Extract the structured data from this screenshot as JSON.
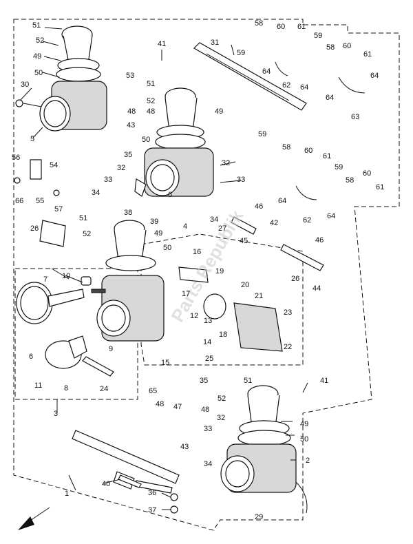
{
  "diagram": {
    "labels": {
      "l1": "1",
      "l2": "2",
      "l3": "3",
      "l4": "4",
      "l5": "5",
      "l6a": "6",
      "l6b": "6",
      "l7": "7",
      "l8": "8",
      "l9": "9",
      "l10": "10",
      "l11": "11",
      "l12": "12",
      "l13": "13",
      "l14": "14",
      "l15": "15",
      "l16": "16",
      "l17": "17",
      "l18": "18",
      "l19": "19",
      "l20": "20",
      "l21": "21",
      "l22": "22",
      "l23": "23",
      "l24": "24",
      "l25": "25",
      "l26a": "26",
      "l26b": "26",
      "l27": "27",
      "l29": "29",
      "l30": "30",
      "l31": "31",
      "l32a": "32",
      "l32b": "32",
      "l32c": "32",
      "l33a": "33",
      "l33b": "33",
      "l33c": "33",
      "l34a": "34",
      "l34b": "34",
      "l34c": "34",
      "l35a": "35",
      "l35b": "35",
      "l36": "36",
      "l37": "37",
      "l38": "38",
      "l39": "39",
      "l40": "40",
      "l41a": "41",
      "l41b": "41",
      "l42": "42",
      "l43a": "43",
      "l43b": "43",
      "l44": "44",
      "l45": "45",
      "l46a": "46",
      "l46b": "46",
      "l47": "47",
      "l48a": "48",
      "l48b": "48",
      "l48c": "48",
      "l48d": "48",
      "l49a": "49",
      "l49b": "49",
      "l49c": "49",
      "l49d": "49",
      "l50a": "50",
      "l50b": "50",
      "l50c": "50",
      "l50d": "50",
      "l51a": "51",
      "l51b": "51",
      "l51c": "51",
      "l51d": "51",
      "l52a": "52",
      "l52b": "52",
      "l52c": "52",
      "l52d": "52",
      "l53": "53",
      "l54": "54",
      "l55": "55",
      "l56": "56",
      "l57": "57",
      "l58a": "58",
      "l58b": "58",
      "l58c": "58",
      "l58d": "58",
      "l59a": "59",
      "l59b": "59",
      "l59c": "59",
      "l59d": "59",
      "l60a": "60",
      "l60b": "60",
      "l60c": "60",
      "l60d": "60",
      "l61a": "61",
      "l61b": "61",
      "l61c": "61",
      "l61d": "61",
      "l62a": "62",
      "l62b": "62",
      "l63": "63",
      "l64a": "64",
      "l64b": "64",
      "l64c": "64",
      "l64d": "64",
      "l64e": "64",
      "l65": "65",
      "l66": "66"
    },
    "watermark": "Parts Republik"
  }
}
